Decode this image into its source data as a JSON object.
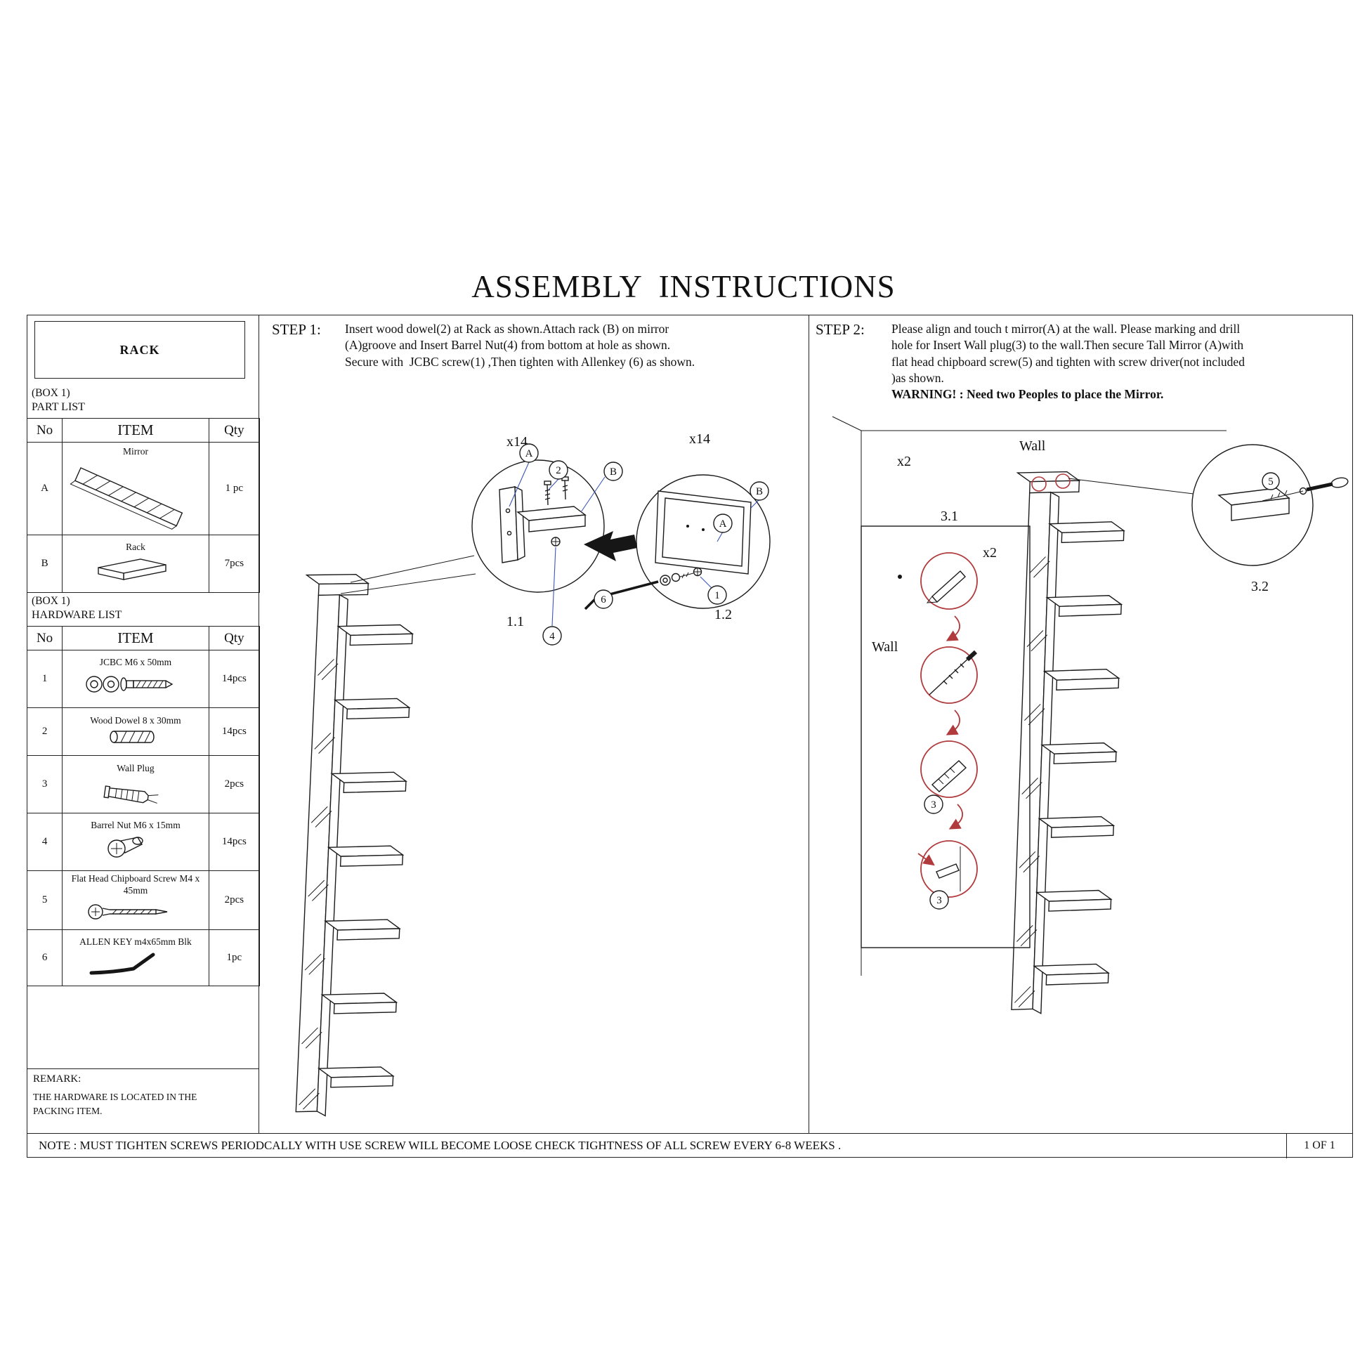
{
  "page": {
    "title": "ASSEMBLY  INSTRUCTIONS",
    "footer": {
      "note": "NOTE : MUST TIGHTEN SCREWS PERIODCALLY WITH USE SCREW WILL BECOME LOOSE CHECK TIGHTNESS OF ALL SCREW EVERY 6-8 WEEKS .",
      "page_number": "1 OF 1"
    }
  },
  "colors": {
    "red": "#b03a3c",
    "blue": "#3a57b5"
  },
  "sidebar": {
    "product_name": "RACK",
    "part_list": {
      "box_label": "(BOX 1)",
      "title": "PART LIST",
      "col_no": "No",
      "col_item": "ITEM",
      "col_qty": "Qty",
      "rows": [
        {
          "no": "A",
          "item": "Mirror",
          "qty": "1 pc"
        },
        {
          "no": "B",
          "item": "Rack",
          "qty": "7pcs"
        }
      ]
    },
    "hardware_list": {
      "box_label": "(BOX 1)",
      "title": "HARDWARE LIST",
      "col_no": "No",
      "col_item": "ITEM",
      "col_qty": "Qty",
      "rows": [
        {
          "no": "1",
          "item": "JCBC M6 x 50mm",
          "qty": "14pcs"
        },
        {
          "no": "2",
          "item": "Wood Dowel 8 x 30mm",
          "qty": "14pcs"
        },
        {
          "no": "3",
          "item": "Wall Plug",
          "qty": "2pcs"
        },
        {
          "no": "4",
          "item": "Barrel Nut M6 x 15mm",
          "qty": "14pcs"
        },
        {
          "no": "5",
          "item": "Flat Head Chipboard Screw M4 x 45mm",
          "qty": "2pcs"
        },
        {
          "no": "6",
          "item": "ALLEN KEY m4x65mm Blk",
          "qty": "1pc"
        }
      ]
    },
    "remark": {
      "title": "REMARK:",
      "text": "THE HARDWARE IS LOCATED IN THE PACKING ITEM."
    }
  },
  "step1": {
    "label": "STEP 1:",
    "lines": [
      "Insert wood dowel(2) at Rack as shown.Attach rack (B) on mirror",
      "(A)groove and Insert Barrel Nut(4) from bottom at hole as shown.",
      "Secure with  JCBC screw(1) ,Then tighten with Allenkey (6) as shown."
    ],
    "diagram": {
      "qty_left": "x14",
      "qty_right": "x14",
      "callout_a1": "A",
      "callout_2": "2",
      "callout_b1": "B",
      "callout_4": "4",
      "detail_label_1": "1.1",
      "callout_b2": "B",
      "callout_a2": "A",
      "callout_1": "1",
      "callout_6": "6",
      "detail_label_2": "1.2"
    }
  },
  "step2": {
    "label": "STEP 2:",
    "lines": [
      "Please align and touch t mirror(A) at the wall. Please marking and drill",
      "hole for Insert Wall plug(3) to the wall.Then secure Tall Mirror (A)with",
      "flat head chipboard screw(5) and tighten with screw driver(not included",
      ")as shown."
    ],
    "warning": "WARNING! : Need two Peoples to place the Mirror.",
    "diagram": {
      "x2_top": "x2",
      "wall_top": "Wall",
      "detail_31": "3.1",
      "x2_inner": "x2",
      "wall_left": "Wall",
      "callout_3a": "3",
      "callout_3b": "3",
      "callout_5": "5",
      "detail_32": "3.2"
    }
  }
}
